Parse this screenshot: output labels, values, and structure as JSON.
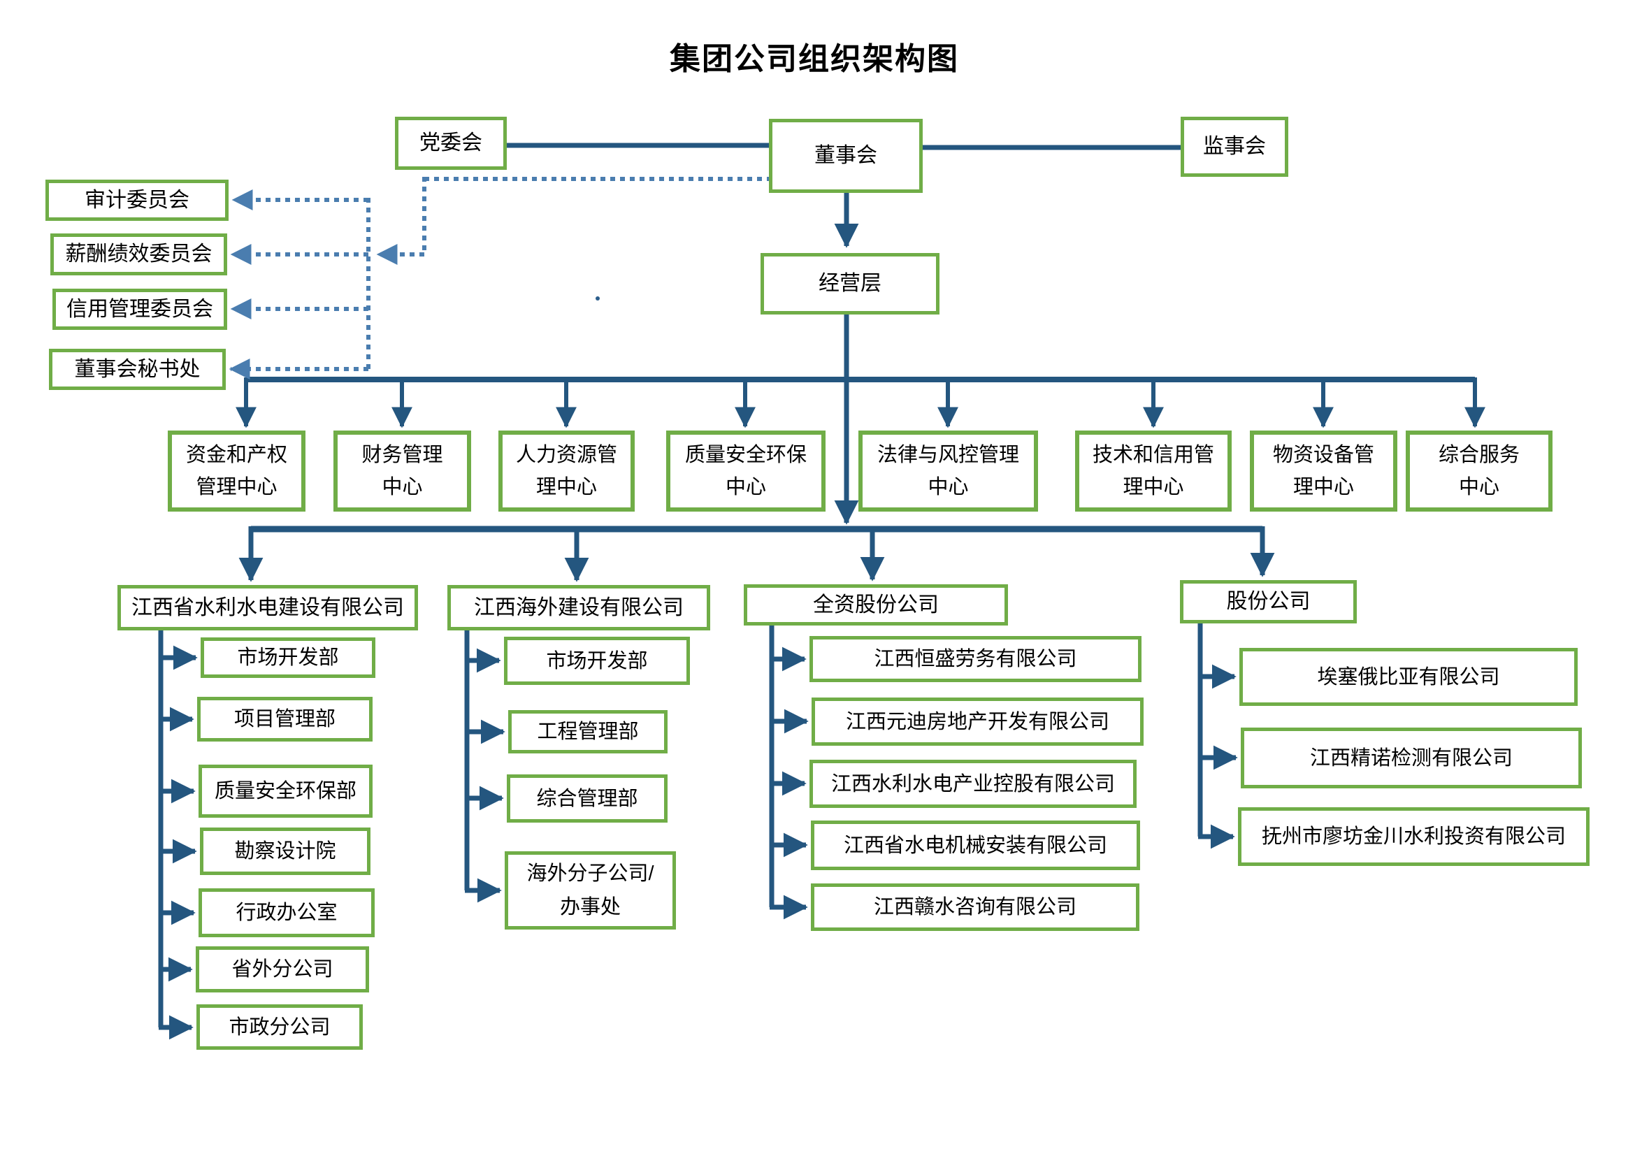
{
  "title": "集团公司组织架构图",
  "top": {
    "party_committee": "党委会",
    "board": "董事会",
    "supervisory_board": "监事会",
    "management": "经营层"
  },
  "board_committees": [
    "审计委员会",
    "薪酬绩效委员会",
    "信用管理委员会",
    "董事会秘书处"
  ],
  "centers": [
    {
      "line1": "资金和产权",
      "line2": "管理中心"
    },
    {
      "line1": "财务管理",
      "line2": "中心"
    },
    {
      "line1": "人力资源管",
      "line2": "理中心"
    },
    {
      "line1": "质量安全环保",
      "line2": "中心"
    },
    {
      "line1": "法律与风控管理",
      "line2": "中心"
    },
    {
      "line1": "技术和信用管",
      "line2": "理中心"
    },
    {
      "line1": "物资设备管",
      "line2": "理中心"
    },
    {
      "line1": "综合服务",
      "line2": "中心"
    }
  ],
  "subsidiaries": [
    {
      "name": "江西省水利水电建设有限公司",
      "departments": [
        "市场开发部",
        "项目管理部",
        "质量安全环保部",
        "勘察设计院",
        "行政办公室",
        "省外分公司",
        "市政分公司"
      ]
    },
    {
      "name": "江西海外建设有限公司",
      "departments": [
        "市场开发部",
        "工程管理部",
        "综合管理部",
        {
          "line1": "海外分子公司/",
          "line2": "办事处"
        }
      ]
    },
    {
      "name": "全资股份公司",
      "departments": [
        "江西恒盛劳务有限公司",
        "江西元迪房地产开发有限公司",
        "江西水利水电产业控股有限公司",
        "江西省水电机械安装有限公司",
        "江西赣水咨询有限公司"
      ]
    },
    {
      "name": "股份公司",
      "departments": [
        "埃塞俄比亚有限公司",
        "江西精诺检测有限公司",
        "抚州市廖坊金川水利投资有限公司"
      ]
    }
  ],
  "colors": {
    "box_border_green": "#70AD47",
    "solid_line_blue": "#24567F",
    "dotted_line_blue": "#4A7DAF",
    "text": "#000000"
  }
}
